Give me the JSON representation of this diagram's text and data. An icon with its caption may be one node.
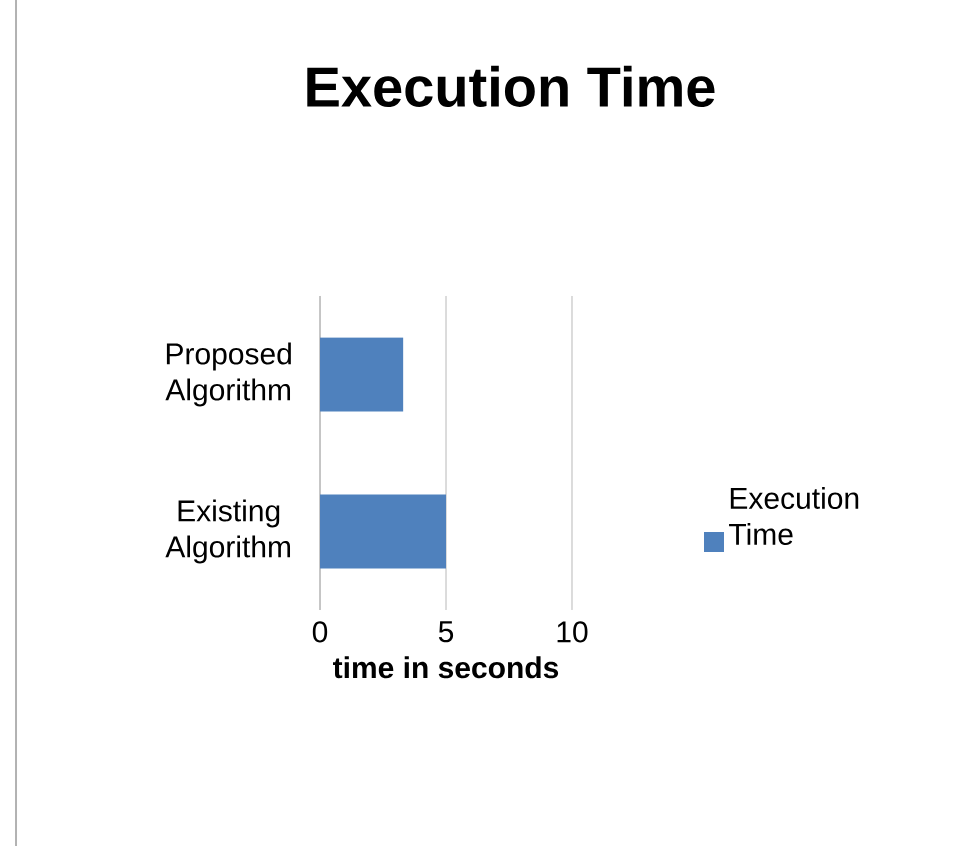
{
  "diagram": {
    "chart_data": {
      "type": "bar",
      "orientation": "horizontal",
      "title": "Execution Time",
      "xlabel": "time in seconds",
      "categories": [
        "Proposed Algorithm",
        "Existing Algorithm"
      ],
      "series": [
        {
          "name": "Execution Time",
          "color": "#4f81bd",
          "values": [
            3.3,
            5
          ]
        }
      ],
      "xlim": [
        0,
        10
      ],
      "xticks": [
        0,
        5,
        10
      ]
    }
  }
}
